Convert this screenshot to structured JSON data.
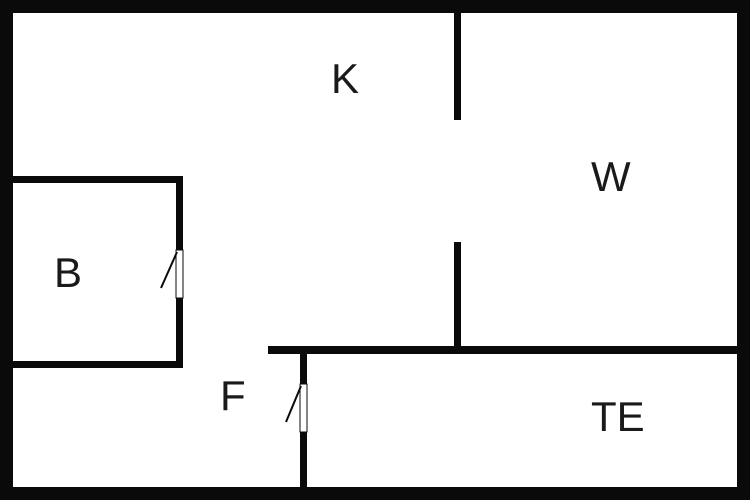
{
  "floorplan": {
    "wall_color": "#0a0a0a",
    "background_color": "#ffffff",
    "rooms": [
      {
        "id": "kitchen",
        "label": "K"
      },
      {
        "id": "living",
        "label": "W"
      },
      {
        "id": "bath",
        "label": "B"
      },
      {
        "id": "hall",
        "label": "F"
      },
      {
        "id": "terrace",
        "label": "TE"
      }
    ],
    "doors": [
      {
        "id": "bath-door",
        "icon": "door-swing-icon"
      },
      {
        "id": "hall-door",
        "icon": "door-swing-icon"
      }
    ]
  }
}
